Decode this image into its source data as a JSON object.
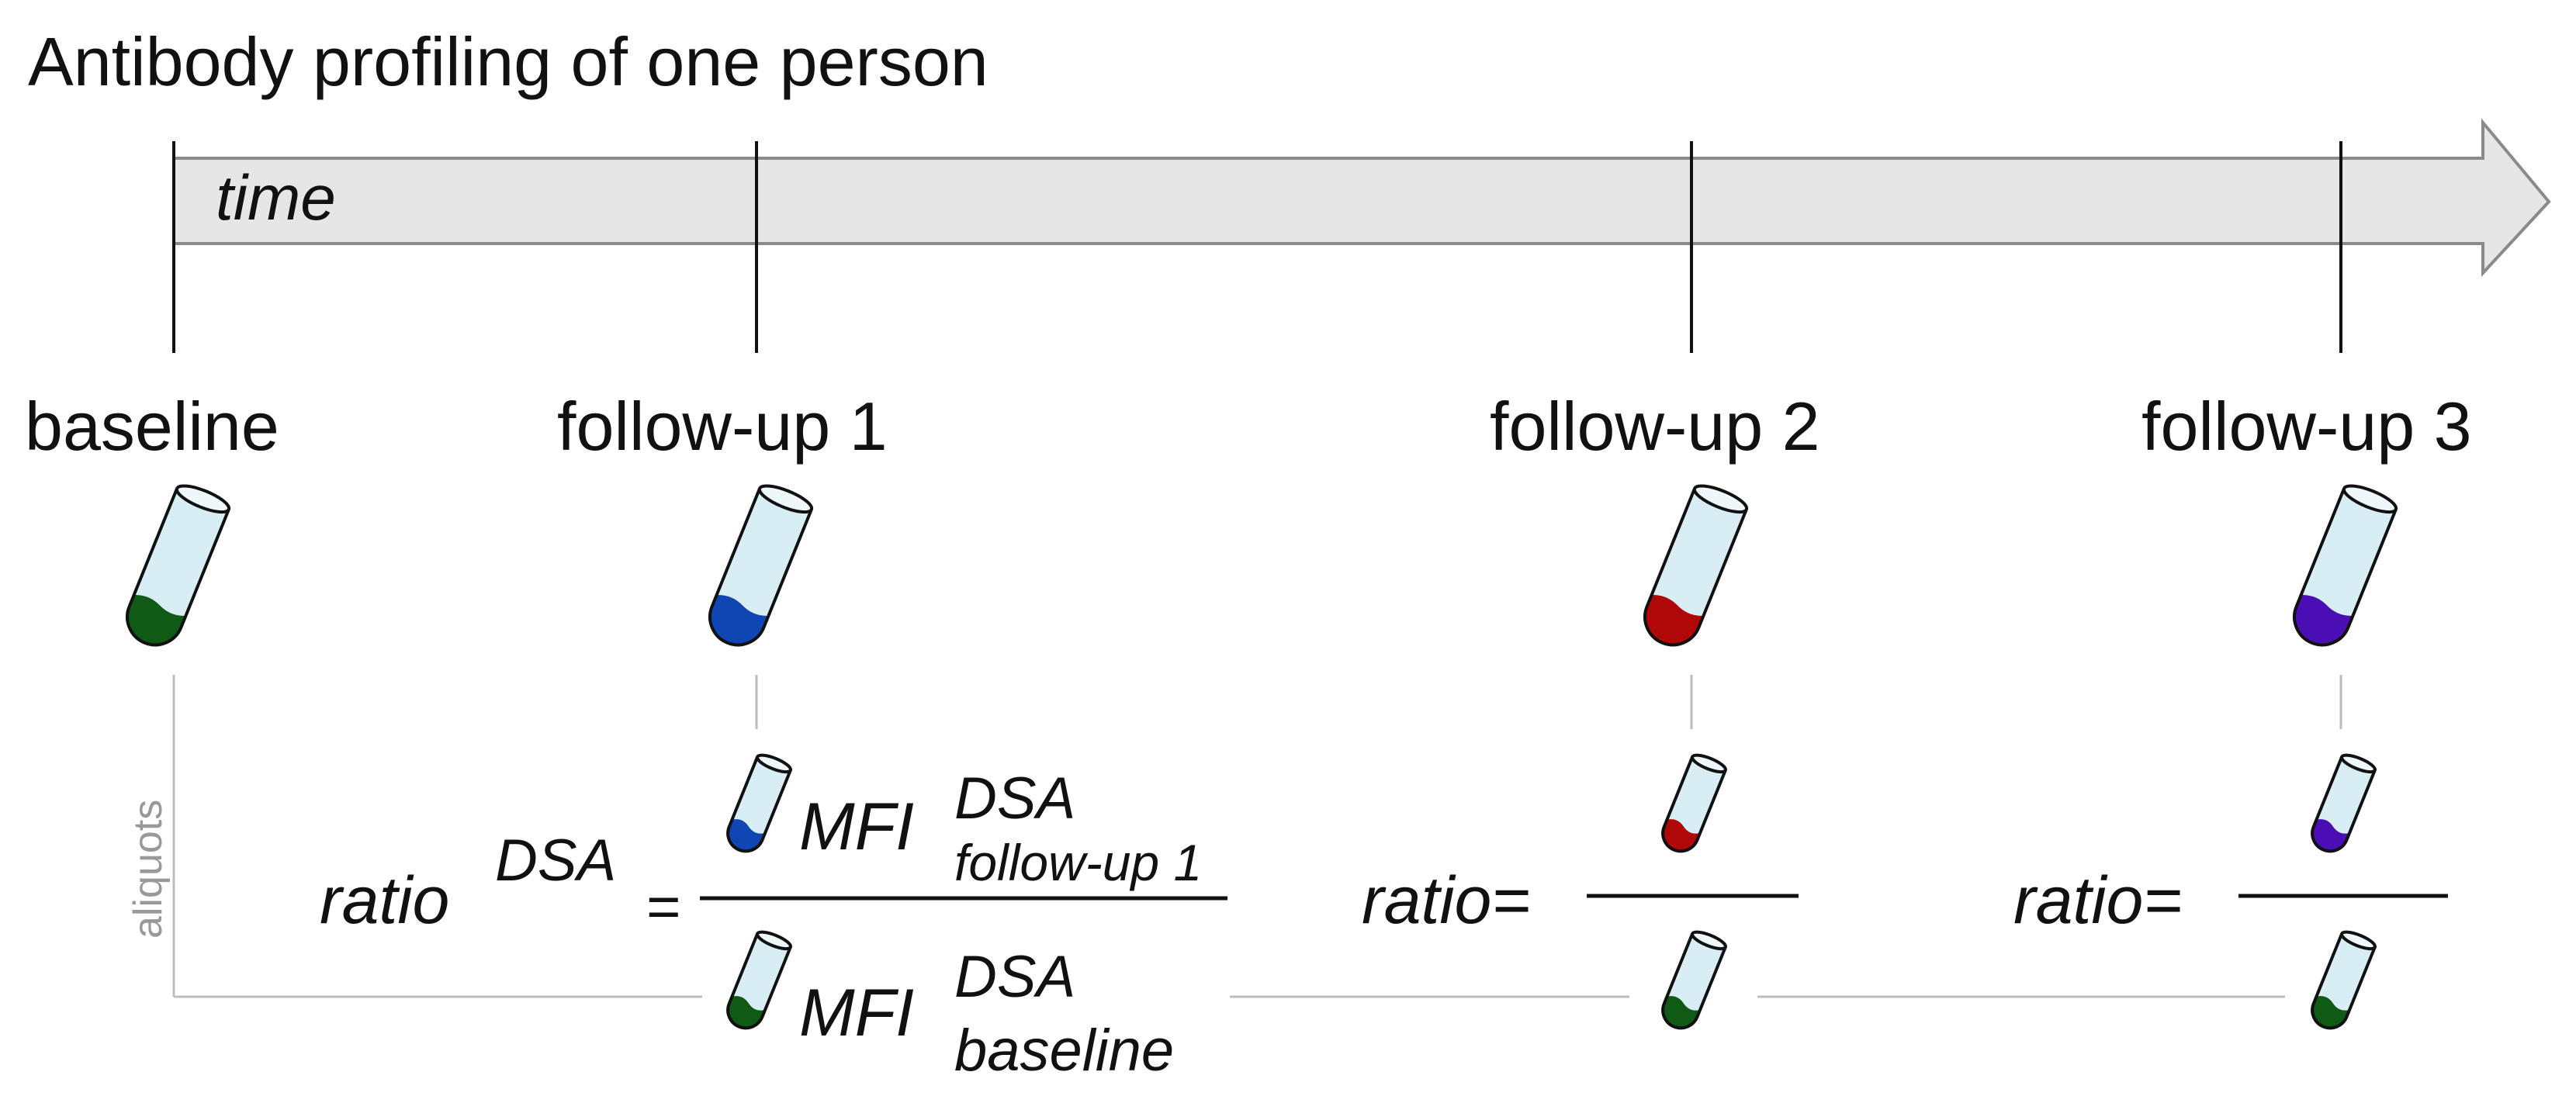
{
  "title": "Antibody profiling of one person",
  "timeline": {
    "label": "time",
    "timepoints": [
      {
        "label": "baseline",
        "color": "#0f5a14"
      },
      {
        "label": "follow-up 1",
        "color": "#1046b4"
      },
      {
        "label": "follow-up 2",
        "color": "#b00808"
      },
      {
        "label": "follow-up 3",
        "color": "#4a0eb4"
      }
    ]
  },
  "aliquots_label": "aliquots",
  "equation_main": {
    "ratio": "ratio",
    "ratio_sup": "DSA",
    "equals": "=",
    "numerator_mfi": "MFI",
    "numerator_sup": "DSA",
    "numerator_sub": "follow-up 1",
    "denominator_mfi": "MFI",
    "denominator_sup": "DSA",
    "denominator_sub": "baseline"
  },
  "equation_short": {
    "ratio_eq": "ratio="
  },
  "colors": {
    "tube_liquid_empty": "#d8eef4",
    "arrow_fill": "#e6e6e6",
    "arrow_stroke": "#8a8a8a",
    "guide_line": "#bdbdbd"
  }
}
